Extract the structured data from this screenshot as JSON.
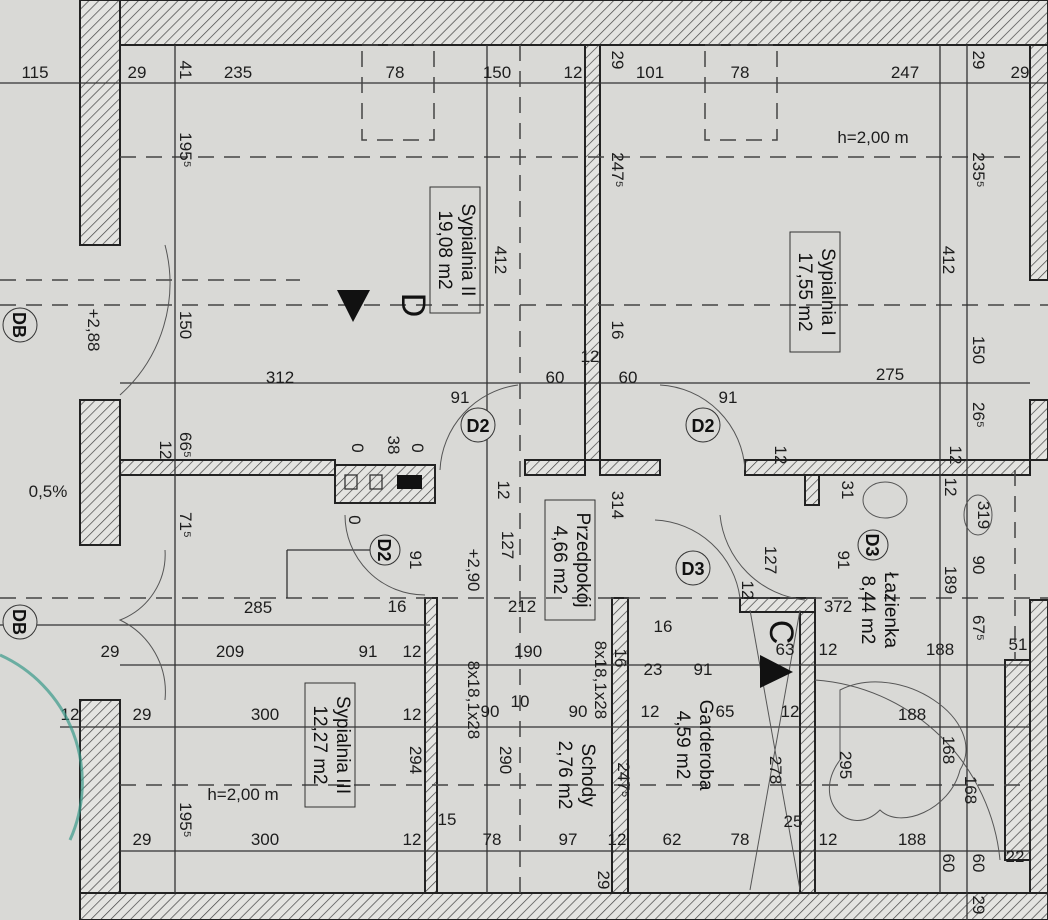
{
  "plan": {
    "rooms": [
      {
        "name": "Sypialnia II",
        "area": "19,08 m2"
      },
      {
        "name": "Sypialnia I",
        "area": "17,55 m2"
      },
      {
        "name": "Przedpokój",
        "area": "4,66 m2"
      },
      {
        "name": "Schody",
        "area": "2,76 m2"
      },
      {
        "name": "Garderoba",
        "area": "4,59 m2"
      },
      {
        "name": "Łazienka",
        "area": "8,44 m2"
      },
      {
        "name": "Sypialnia III",
        "area": "12,27 m2"
      }
    ],
    "door_tags": [
      "D2",
      "D2",
      "D2",
      "D3",
      "D3",
      "DB",
      "DB"
    ],
    "section_marks": [
      "D",
      "C"
    ],
    "dimensions": [
      "115",
      "29",
      "41",
      "235",
      "78",
      "150",
      "12",
      "29",
      "101",
      "78",
      "247",
      "29",
      "29",
      "195⁵",
      "412",
      "247⁵",
      "235⁵",
      "412",
      "150",
      "16",
      "12",
      "150",
      "+2,88",
      "312",
      "60",
      "60",
      "91",
      "91",
      "275",
      "66⁵",
      "12",
      "0",
      "38",
      "0",
      "12",
      "26⁵",
      "12",
      "71⁵",
      "0",
      "12",
      "127",
      "+2,90",
      "91",
      "314",
      "31",
      "12",
      "91",
      "189",
      "90",
      "127",
      "12",
      "285",
      "16",
      "212",
      "372",
      "67⁵",
      "16",
      "63",
      "12",
      "188",
      "51",
      "29",
      "209",
      "91",
      "12",
      "190",
      "16",
      "23",
      "91",
      "12",
      "29",
      "300",
      "12",
      "8x18,1x28",
      "90",
      "10",
      "90",
      "8x18,1x28",
      "12",
      "65",
      "12",
      "188",
      "295",
      "168",
      "168",
      "294",
      "290",
      "247⁵",
      "278",
      "h=2,00 m",
      "195⁵",
      "15",
      "25",
      "29",
      "300",
      "12",
      "78",
      "97",
      "12",
      "62",
      "78",
      "12",
      "188",
      "60",
      "60",
      "22",
      "29",
      "29",
      "h=2,00 m",
      "0,5%",
      "319"
    ]
  },
  "colors": {
    "paper": "#d9d9d6",
    "ink": "#1d1d1d"
  }
}
